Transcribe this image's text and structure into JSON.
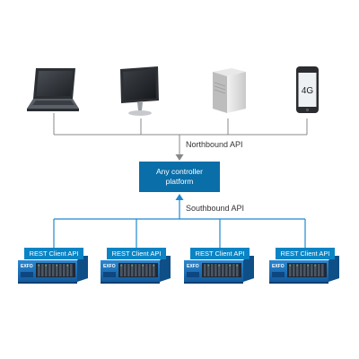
{
  "phone_network_label": "4G",
  "northbound_label": "Northbound API",
  "southbound_label": "Southbound API",
  "controller": {
    "line1": "Any controller",
    "line2": "platform"
  },
  "units": [
    {
      "label": "REST Client API",
      "brand": "EXFO"
    },
    {
      "label": "REST Client API",
      "brand": "EXFO"
    },
    {
      "label": "REST Client API",
      "brand": "EXFO"
    },
    {
      "label": "REST Client API",
      "brand": "EXFO"
    }
  ],
  "colors": {
    "connector_dark": "#888888",
    "connector_blue": "#1e88d0",
    "controller_fill": "#0a6ea8",
    "label_fill": "#0b84c4",
    "chassis_blue": "#1a74c0"
  },
  "icons": [
    "laptop-icon",
    "monitor-icon",
    "server-icon",
    "smartphone-icon",
    "test-platform-icon"
  ]
}
